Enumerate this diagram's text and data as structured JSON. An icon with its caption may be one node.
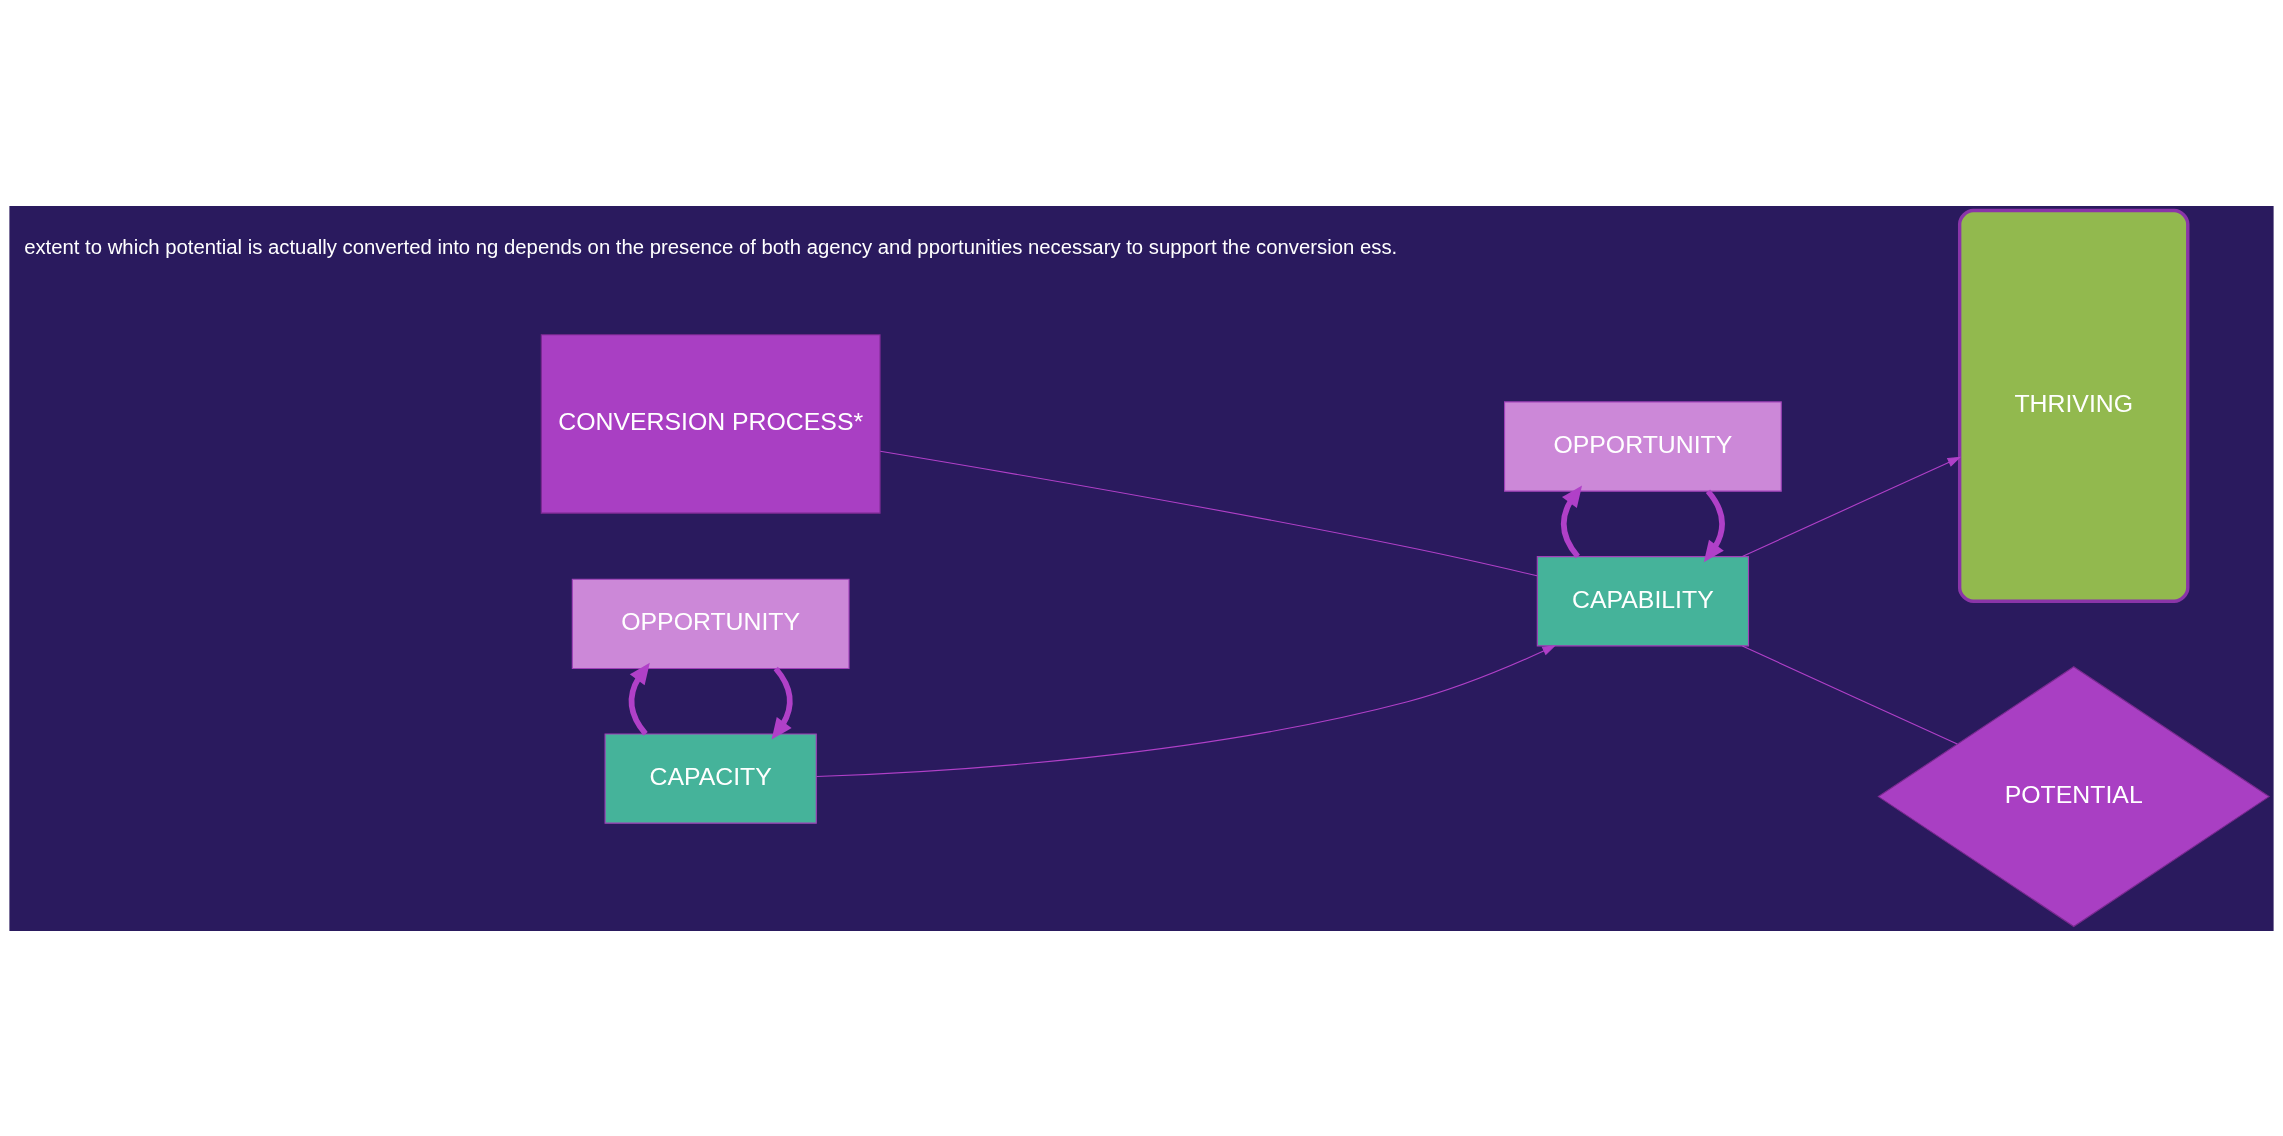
{
  "diagram": {
    "nodes": [
      {
        "text": [
          "CAPACITY"
        ]
      },
      {
        "text": [
          "OPPORTUNITY"
        ]
      },
      {
        "text": [
          "CONVERSION PROCESS*"
        ]
      },
      {
        "text": [
          "CAPABILITY"
        ]
      },
      {
        "text": [
          "OPPORTUNITY"
        ]
      },
      {
        "text": [
          "THRIVING"
        ]
      },
      {
        "text": [
          "POTENTIAL"
        ]
      }
    ],
    "edges": [
      {
        "from": 1,
        "to": 0,
        "arrow": "to",
        "style": "thick"
      },
      {
        "from": 0,
        "to": 1,
        "arrow": "to",
        "style": "thick"
      },
      {
        "from": 0,
        "to": 3,
        "arrow": "to"
      },
      {
        "from": 2,
        "to": 3,
        "arrow": "none"
      },
      {
        "from": 4,
        "to": 3,
        "arrow": "to",
        "style": "thick"
      },
      {
        "from": 3,
        "to": 4,
        "arrow": "to",
        "style": "thick"
      },
      {
        "from": 3,
        "to": 5,
        "arrow": "to"
      },
      {
        "from": 3,
        "to": 6,
        "arrow": "none"
      }
    ],
    "labels": [
      "extent to which potential is actually converted into ng depends on the presence of both agency and pportunities necessary to support the conversion ess."
    ]
  }
}
